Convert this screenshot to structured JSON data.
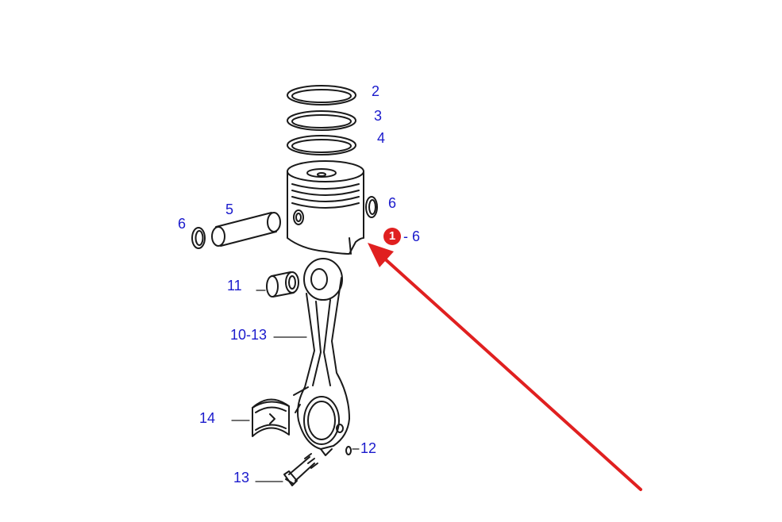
{
  "callouts": {
    "ring_top": "2",
    "ring_mid": "3",
    "ring_bottom": "4",
    "circlip_right": "6",
    "circlip_left": "6",
    "pin": "5",
    "highlight_label": "6",
    "bushing": "11",
    "rod": "10",
    "rod_sep": "-",
    "rod_assembly": "13",
    "bearing": "14",
    "dowel": "12",
    "bolt": "13"
  },
  "highlight": {
    "badge_number": "1",
    "color": "#e02020"
  },
  "colors": {
    "line": "#1a1a1a",
    "callout_text": "#1a1acc",
    "arrow": "#e02020"
  }
}
